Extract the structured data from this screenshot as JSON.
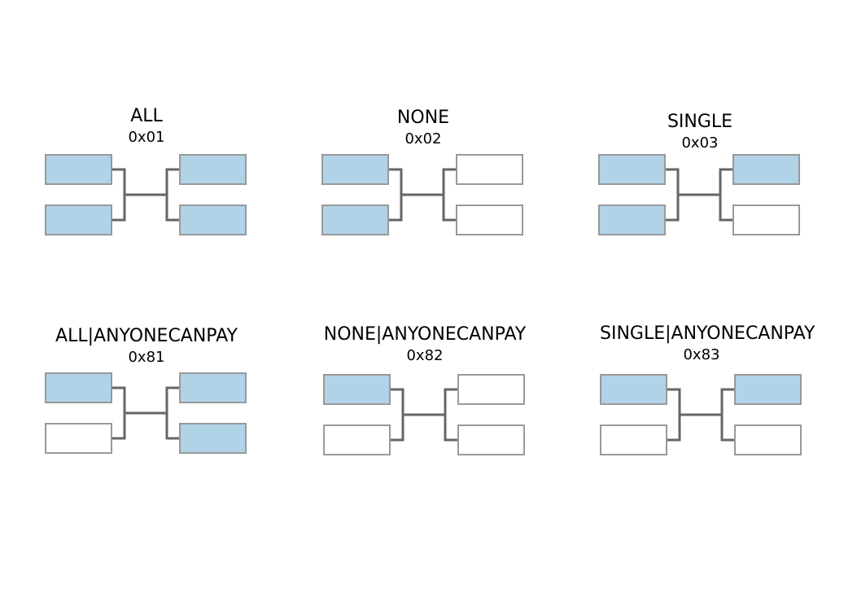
{
  "colors": {
    "signed_fill": "#b0d3e8",
    "unsigned_fill": "#ffffff",
    "box_stroke": "#999999",
    "connector": "#666666"
  },
  "panels": [
    {
      "title": "ALL",
      "code": "0x01",
      "inputs_signed": [
        true,
        true
      ],
      "outputs_signed": [
        true,
        true
      ]
    },
    {
      "title": "NONE",
      "code": "0x02",
      "inputs_signed": [
        true,
        true
      ],
      "outputs_signed": [
        false,
        false
      ]
    },
    {
      "title": "SINGLE",
      "code": "0x03",
      "inputs_signed": [
        true,
        true
      ],
      "outputs_signed": [
        true,
        false
      ]
    },
    {
      "title": "ALL|ANYONECANPAY",
      "code": "0x81",
      "inputs_signed": [
        true,
        false
      ],
      "outputs_signed": [
        true,
        true
      ]
    },
    {
      "title": "NONE|ANYONECANPAY",
      "code": "0x82",
      "inputs_signed": [
        true,
        false
      ],
      "outputs_signed": [
        false,
        false
      ]
    },
    {
      "title": "SINGLE|ANYONECANPAY",
      "code": "0x83",
      "inputs_signed": [
        true,
        false
      ],
      "outputs_signed": [
        true,
        false
      ]
    }
  ]
}
